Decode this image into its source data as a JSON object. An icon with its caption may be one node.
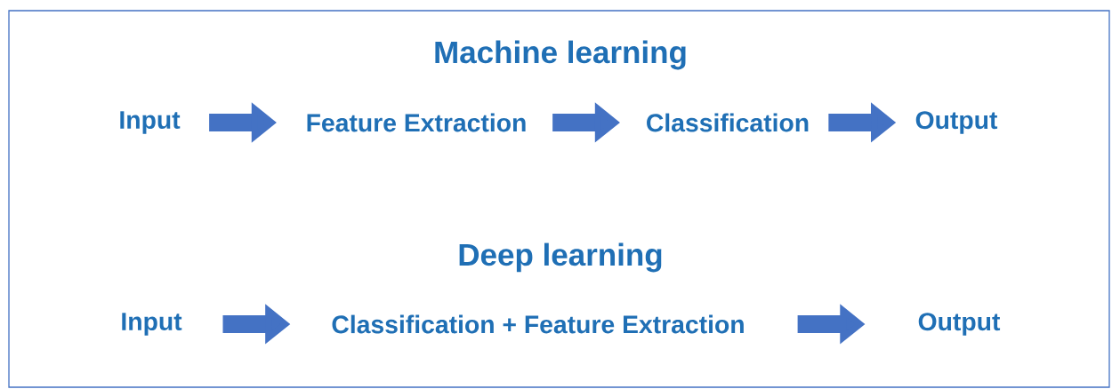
{
  "diagram": {
    "nodes": [
      {
        "text": [
          "Input"
        ]
      },
      {
        "text": [
          "Feature Extraction"
        ]
      },
      {
        "text": [
          "Classification"
        ]
      },
      {
        "text": [
          "Output"
        ]
      },
      {
        "text": [
          "Input"
        ]
      },
      {
        "text": [
          "Classification + Feature Extraction"
        ]
      },
      {
        "text": [
          "Output"
        ]
      }
    ],
    "edges": [
      {
        "from": 0,
        "to": 1,
        "arrow": "to"
      },
      {
        "from": 1,
        "to": 2,
        "arrow": "to"
      },
      {
        "from": 2,
        "to": 3,
        "arrow": "to"
      },
      {
        "from": 4,
        "to": 5,
        "arrow": "to"
      },
      {
        "from": 5,
        "to": 6,
        "arrow": "to"
      }
    ],
    "labels": [
      "Machine learning",
      "Deep learning"
    ]
  }
}
